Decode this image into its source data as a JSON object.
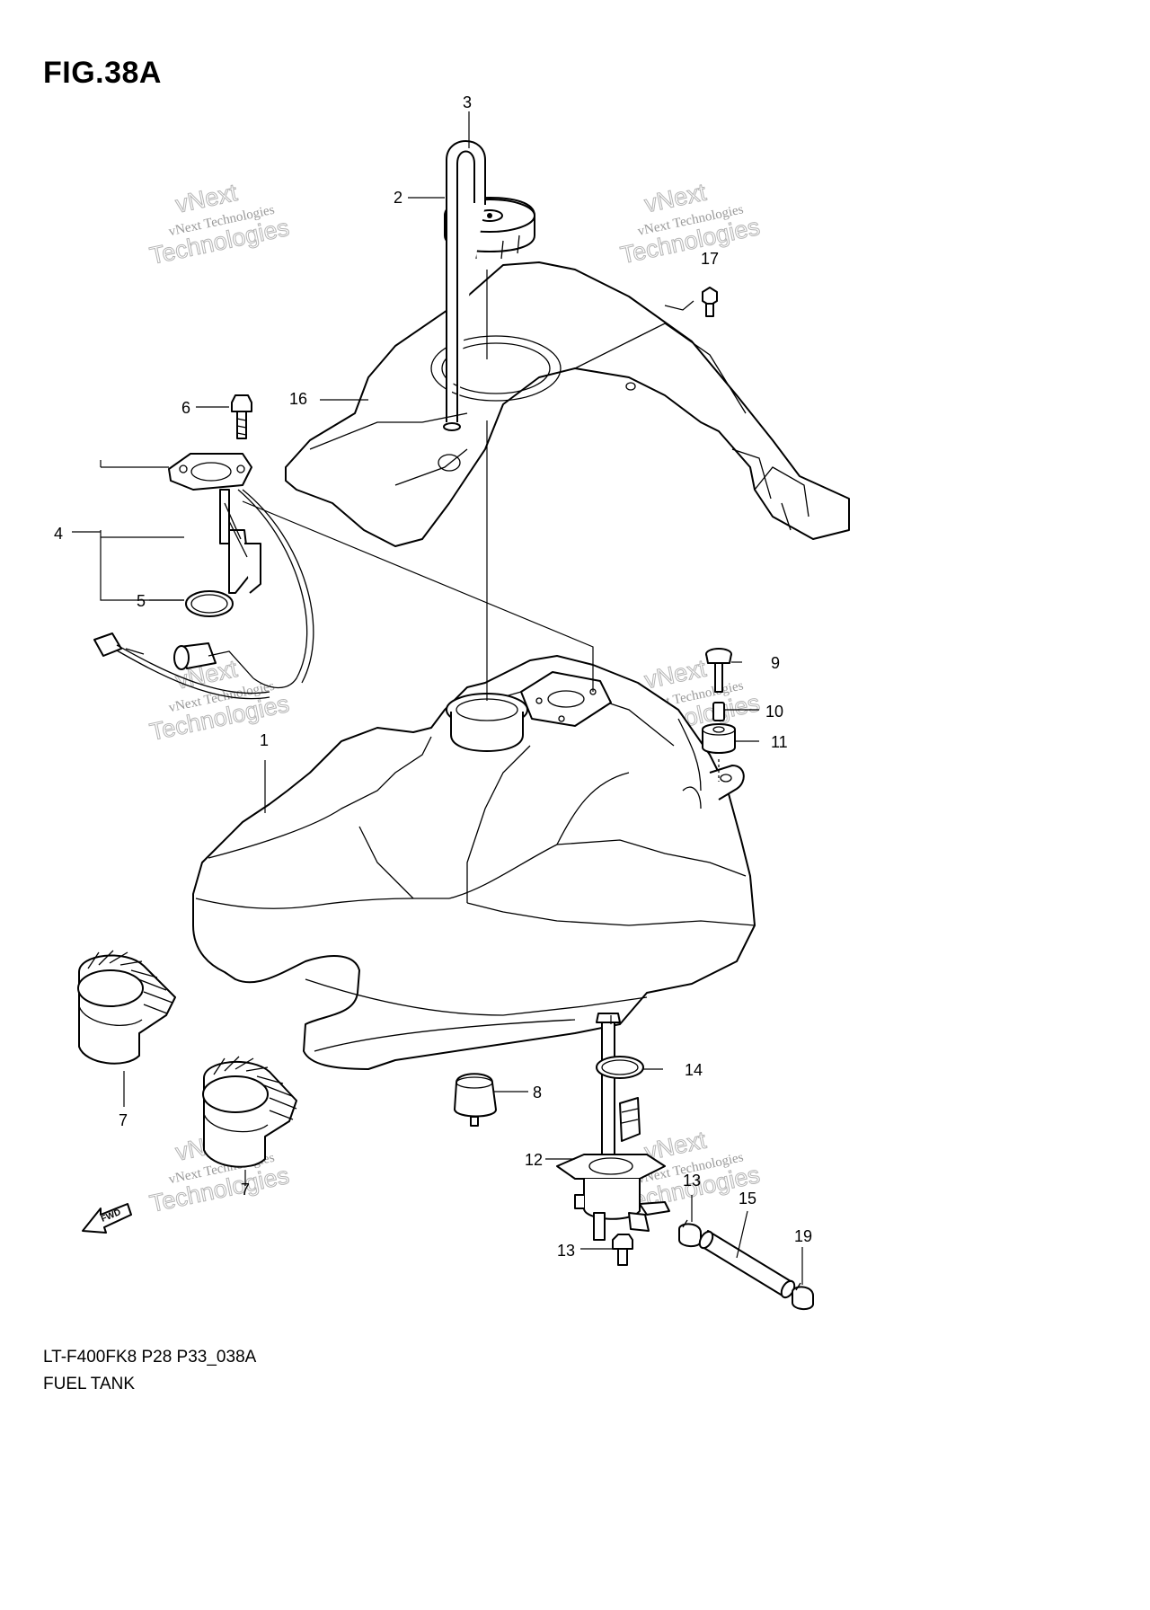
{
  "figure": {
    "title": "FIG.38A",
    "code": "LT-F400FK8 P28 P33_038A",
    "name": "FUEL TANK"
  },
  "watermark": {
    "line1": "vNext Technologies",
    "line2": "Technologies",
    "line3": "vNext"
  },
  "fwd_label": "FWD",
  "callouts": [
    "1",
    "2",
    "3",
    "4",
    "5",
    "6",
    "7",
    "7",
    "8",
    "9",
    "10",
    "11",
    "12",
    "13",
    "13",
    "14",
    "15",
    "16",
    "17",
    "19"
  ]
}
